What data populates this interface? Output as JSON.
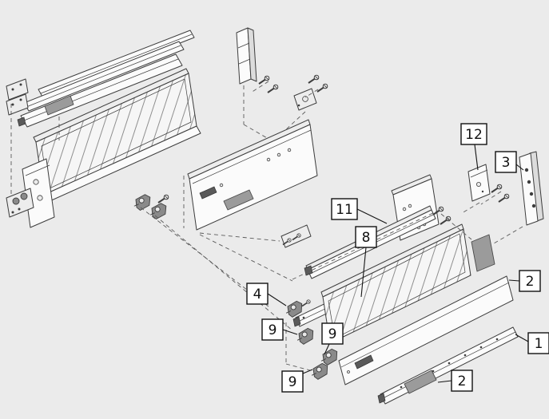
{
  "diagram": {
    "type": "exploded-assembly-diagram",
    "colors": {
      "background": "#ebebeb",
      "outline": "#3d3d3d",
      "insert_gray": "#9b9b9b",
      "callout_fill": "#ffffff",
      "callout_border": "#111111"
    },
    "callouts": [
      {
        "id": "callout-12",
        "label": "12"
      },
      {
        "id": "callout-3",
        "label": "3"
      },
      {
        "id": "callout-11",
        "label": "11"
      },
      {
        "id": "callout-8",
        "label": "8"
      },
      {
        "id": "callout-2-right",
        "label": "2"
      },
      {
        "id": "callout-4",
        "label": "4"
      },
      {
        "id": "callout-9-left",
        "label": "9"
      },
      {
        "id": "callout-9-mid",
        "label": "9"
      },
      {
        "id": "callout-1",
        "label": "1"
      },
      {
        "id": "callout-9-bottom",
        "label": "9"
      },
      {
        "id": "callout-2-bottom",
        "label": "2"
      }
    ]
  }
}
